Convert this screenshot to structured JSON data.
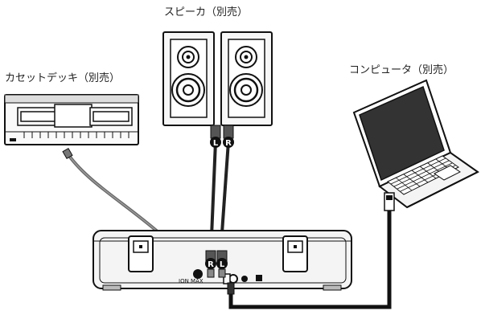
{
  "labels": {
    "speakers": "スピーカ（別売）",
    "cassette_deck": "カセットデッキ（別売）",
    "computer": "コンピュータ（別売）"
  },
  "plugs": {
    "left": "L",
    "right": "R"
  },
  "turntable": {
    "brand": "ION MAX"
  }
}
